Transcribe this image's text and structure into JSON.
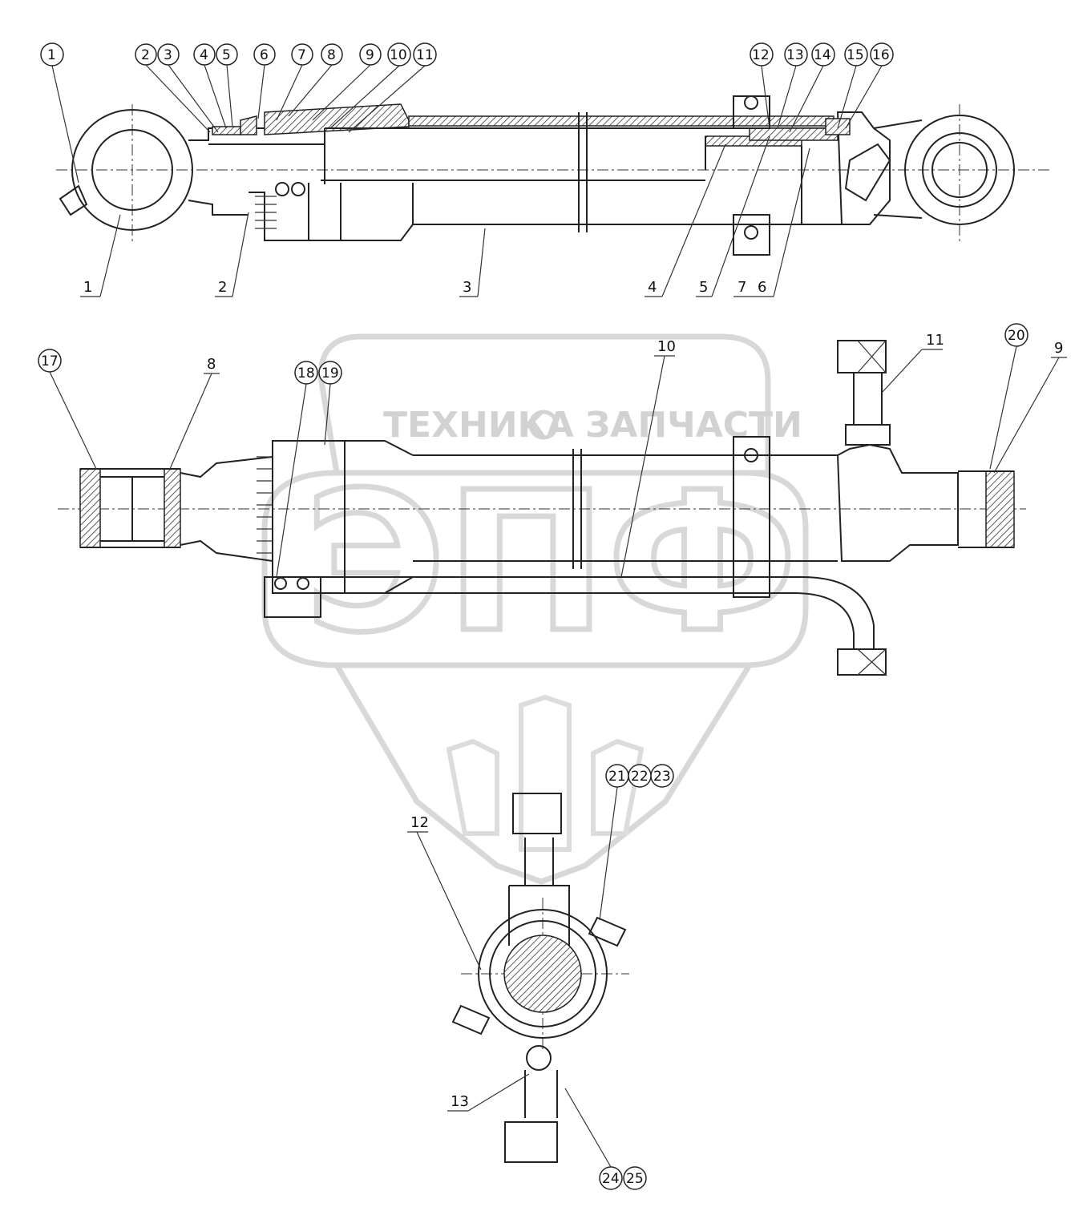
{
  "watermark": {
    "line1_left": "ТЕХНИКА",
    "line1_right": "ЗАПЧАСТИ",
    "logo_letters": "ЭПФ"
  },
  "view_top": {
    "circled_callouts": [
      "1",
      "2",
      "3",
      "4",
      "5",
      "6",
      "7",
      "8",
      "9",
      "10",
      "11",
      "12",
      "13",
      "14",
      "15",
      "16"
    ],
    "underlined_labels": [
      "1",
      "2",
      "3",
      "4",
      "5",
      "7",
      "6"
    ]
  },
  "view_middle": {
    "circled_callouts": [
      "17",
      "18",
      "19",
      "20"
    ],
    "underlined_labels": [
      "8",
      "10",
      "11",
      "9"
    ]
  },
  "view_bottom": {
    "circled_callouts": [
      "21",
      "22",
      "23",
      "24",
      "25"
    ],
    "underlined_labels": [
      "12",
      "13"
    ]
  }
}
